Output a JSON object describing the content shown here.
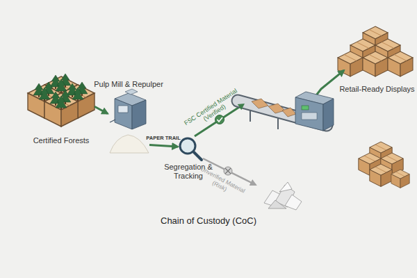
{
  "diagram": {
    "caption": "Chain of Custody (CoC)",
    "nodes": [
      {
        "text": [
          "Certified Forests"
        ]
      },
      {
        "text": [
          "Pulp Mill & Repulper"
        ]
      },
      {
        "text": [
          "Segregation & Tracking"
        ]
      },
      {
        "text": [
          "Retail-Ready Displays"
        ]
      }
    ],
    "edges": [
      {
        "from": 0,
        "to": 1,
        "arrow": "to"
      },
      {
        "from": 1,
        "to": 2,
        "label": "PAPER TRAIL",
        "arrow": "to"
      },
      {
        "from": 2,
        "to": 3,
        "label": "FSC Certified Material (Verified)",
        "arrow": "to"
      }
    ],
    "labels": [
      "Unverified Material (Risk)"
    ]
  }
}
